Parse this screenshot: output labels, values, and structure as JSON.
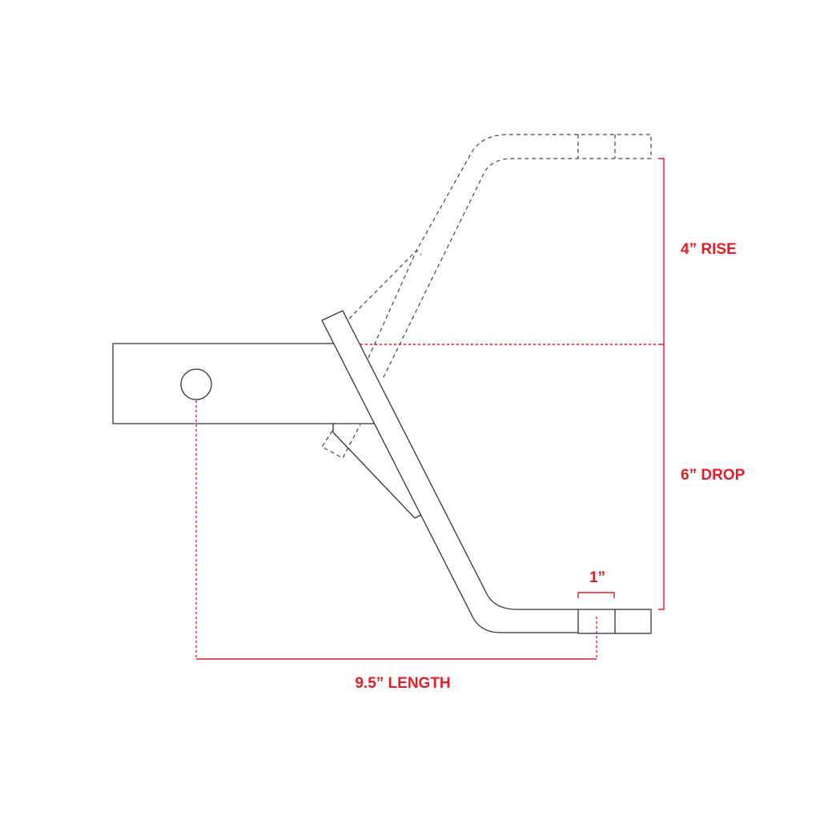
{
  "labels": {
    "rise": "4” RISE",
    "drop": "6” DROP",
    "length": "9.5” LENGTH",
    "hole": "1”"
  },
  "colors": {
    "dimension": "#e21d26",
    "outline": "#333333"
  }
}
